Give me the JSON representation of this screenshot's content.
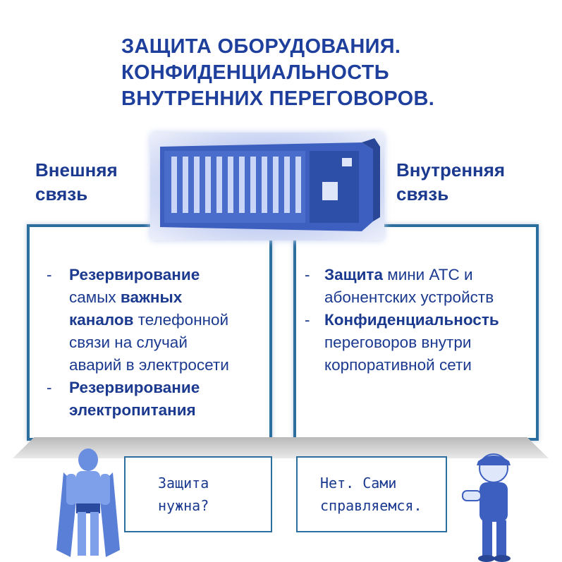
{
  "title": [
    "ЗАЩИТА ОБОРУДОВАНИЯ.",
    "КОНФИДЕНЦИАЛЬНОСТЬ",
    "ВНУТРЕННИХ  ПЕРЕГОВОРОВ."
  ],
  "left": {
    "heading": [
      "Внешняя",
      "связь"
    ],
    "items": [
      {
        "dash": "-",
        "line1_bold": "Резервирование",
        "line2_pre": "самых ",
        "line2_bold": "важных",
        "line3_bold": "каналов",
        "line3_rest": " телефонной",
        "line4": "связи на случай",
        "line5": "аварий в электросети"
      },
      {
        "dash": "-",
        "line1_bold": "Резервирование",
        "line2_bold": "электропитания"
      }
    ]
  },
  "right": {
    "heading": [
      "Внутренняя",
      "связь"
    ],
    "items": [
      {
        "dash": "-",
        "line1_bold": "Защита",
        "line1_rest": " мини АТС и",
        "line2": "абонентских устройств"
      },
      {
        "dash": "-",
        "line1_bold": "Конфиденциальность",
        "line2": "переговоров внутри",
        "line3": "корпоративной сети"
      }
    ]
  },
  "bubbles": {
    "left": [
      "Защита",
      "нужна?"
    ],
    "right": [
      "Нет. Сами",
      "справляемся."
    ]
  },
  "colors": {
    "title": "#1f3f9c",
    "border": "#2c6f9f",
    "device": "#3d5fbf"
  }
}
